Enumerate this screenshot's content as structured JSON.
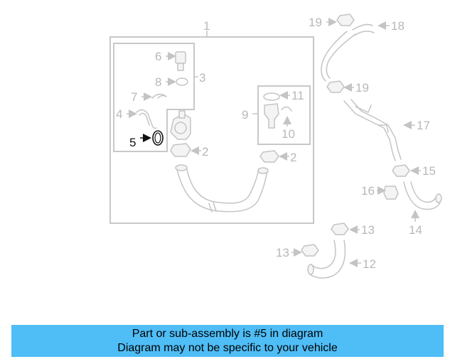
{
  "diagram": {
    "highlight_color": "#111111",
    "part_color": "#c4c4c4",
    "callouts": {
      "c1": "1",
      "c2a": "2",
      "c2b": "2",
      "c3": "3",
      "c4": "4",
      "c5": "5",
      "c6": "6",
      "c7": "7",
      "c8": "8",
      "c9": "9",
      "c10": "10",
      "c11": "11",
      "c12": "12",
      "c13a": "13",
      "c13b": "13",
      "c14": "14",
      "c15": "15",
      "c16": "16",
      "c17": "17",
      "c18": "18",
      "c19a": "19",
      "c19b": "19"
    }
  },
  "banner": {
    "background": "#4fbdf6",
    "line1": "Part or sub-assembly is #5 in diagram",
    "line2": "Diagram may not be specific to your vehicle"
  }
}
